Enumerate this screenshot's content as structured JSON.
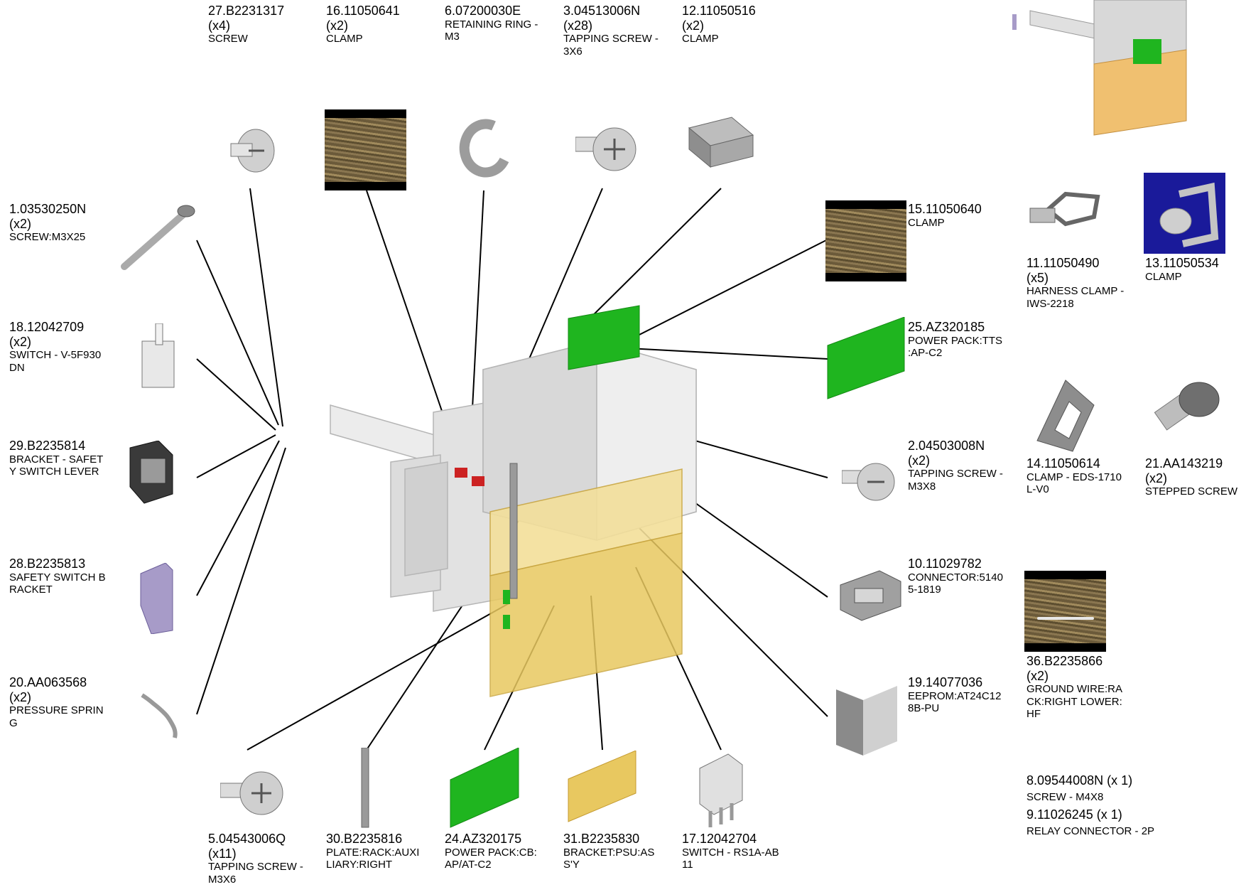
{
  "callouts": [
    {
      "id": "c27",
      "part_number": "27.B2231317",
      "qty": "(x4)",
      "description": "SCREW"
    },
    {
      "id": "c16",
      "part_number": "16.11050641",
      "qty": "(x2)",
      "description": "CLAMP"
    },
    {
      "id": "c6",
      "part_number": "6.07200030E",
      "qty": "",
      "description": "RETAINING RING -\nM3"
    },
    {
      "id": "c3",
      "part_number": "3.04513006N",
      "qty": "(x28)",
      "description": "TAPPING SCREW -\n 3X6"
    },
    {
      "id": "c12",
      "part_number": "12.11050516",
      "qty": "(x2)",
      "description": "CLAMP"
    },
    {
      "id": "c1",
      "part_number": "1.03530250N",
      "qty": "(x2)",
      "description": "SCREW:M3X25"
    },
    {
      "id": "c18",
      "part_number": "18.12042709",
      "qty": "(x2)",
      "description": "SWITCH - V-5F930\nDN"
    },
    {
      "id": "c29",
      "part_number": "29.B2235814",
      "qty": "",
      "description": "BRACKET - SAFET\nY SWITCH LEVER"
    },
    {
      "id": "c28",
      "part_number": "28.B2235813",
      "qty": "",
      "description": "SAFETY SWITCH B\nRACKET"
    },
    {
      "id": "c20",
      "part_number": "20.AA063568",
      "qty": "(x2)",
      "description": "PRESSURE SPRIN\nG"
    },
    {
      "id": "c5",
      "part_number": "5.04543006Q",
      "qty": "(x11)",
      "description": "TAPPING SCREW -\n M3X6"
    },
    {
      "id": "c30",
      "part_number": "30.B2235816",
      "qty": "",
      "description": "PLATE:RACK:AUXI\nLIARY:RIGHT"
    },
    {
      "id": "c24",
      "part_number": "24.AZ320175",
      "qty": "",
      "description": "POWER PACK:CB:\nAP/AT-C2"
    },
    {
      "id": "c31",
      "part_number": "31.B2235830",
      "qty": "",
      "description": "BRACKET:PSU:AS\nS'Y"
    },
    {
      "id": "c17",
      "part_number": "17.12042704",
      "qty": "",
      "description": "SWITCH - RS1A-AB\n11"
    },
    {
      "id": "c15",
      "part_number": "15.11050640",
      "qty": "",
      "description": "CLAMP"
    },
    {
      "id": "c25",
      "part_number": "25.AZ320185",
      "qty": "",
      "description": "POWER PACK:TTS\n:AP-C2"
    },
    {
      "id": "c2",
      "part_number": "2.04503008N",
      "qty": "(x2)",
      "description": "TAPPING SCREW -\n M3X8"
    },
    {
      "id": "c10",
      "part_number": "10.11029782",
      "qty": "",
      "description": "CONNECTOR:5140\n5-1819"
    },
    {
      "id": "c19",
      "part_number": "19.14077036",
      "qty": "",
      "description": "EEPROM:AT24C12\n8B-PU"
    },
    {
      "id": "c11",
      "part_number": "11.11050490",
      "qty": "(x5)",
      "description": "HARNESS CLAMP -\n IWS-2218"
    },
    {
      "id": "c13",
      "part_number": "13.11050534",
      "qty": "",
      "description": "CLAMP"
    },
    {
      "id": "c14",
      "part_number": "14.11050614",
      "qty": "",
      "description": "CLAMP - EDS-1710\nL-V0"
    },
    {
      "id": "c21",
      "part_number": "21.AA143219",
      "qty": "(x2)",
      "description": "STEPPED SCREW"
    },
    {
      "id": "c36",
      "part_number": "36.B2235866",
      "qty": "(x2)",
      "description": "GROUND WIRE:RA\nCK:RIGHT LOWER:\nHF"
    }
  ],
  "extra_parts": [
    {
      "id": "e8",
      "part_number": "8.09544008N (x 1)",
      "description": "SCREW - M4X8"
    },
    {
      "id": "e9",
      "part_number": "9.11026245 (x 1)",
      "description": "RELAY CONNECTOR - 2P"
    }
  ],
  "colors": {
    "line": "#000000",
    "pcb": "#1fb51f",
    "bracket_yellow": "#e8c860",
    "metal_grey": "#c8c8c8",
    "blue_bg": "#1a1a9a",
    "switch_lilac": "#a79bc8"
  }
}
